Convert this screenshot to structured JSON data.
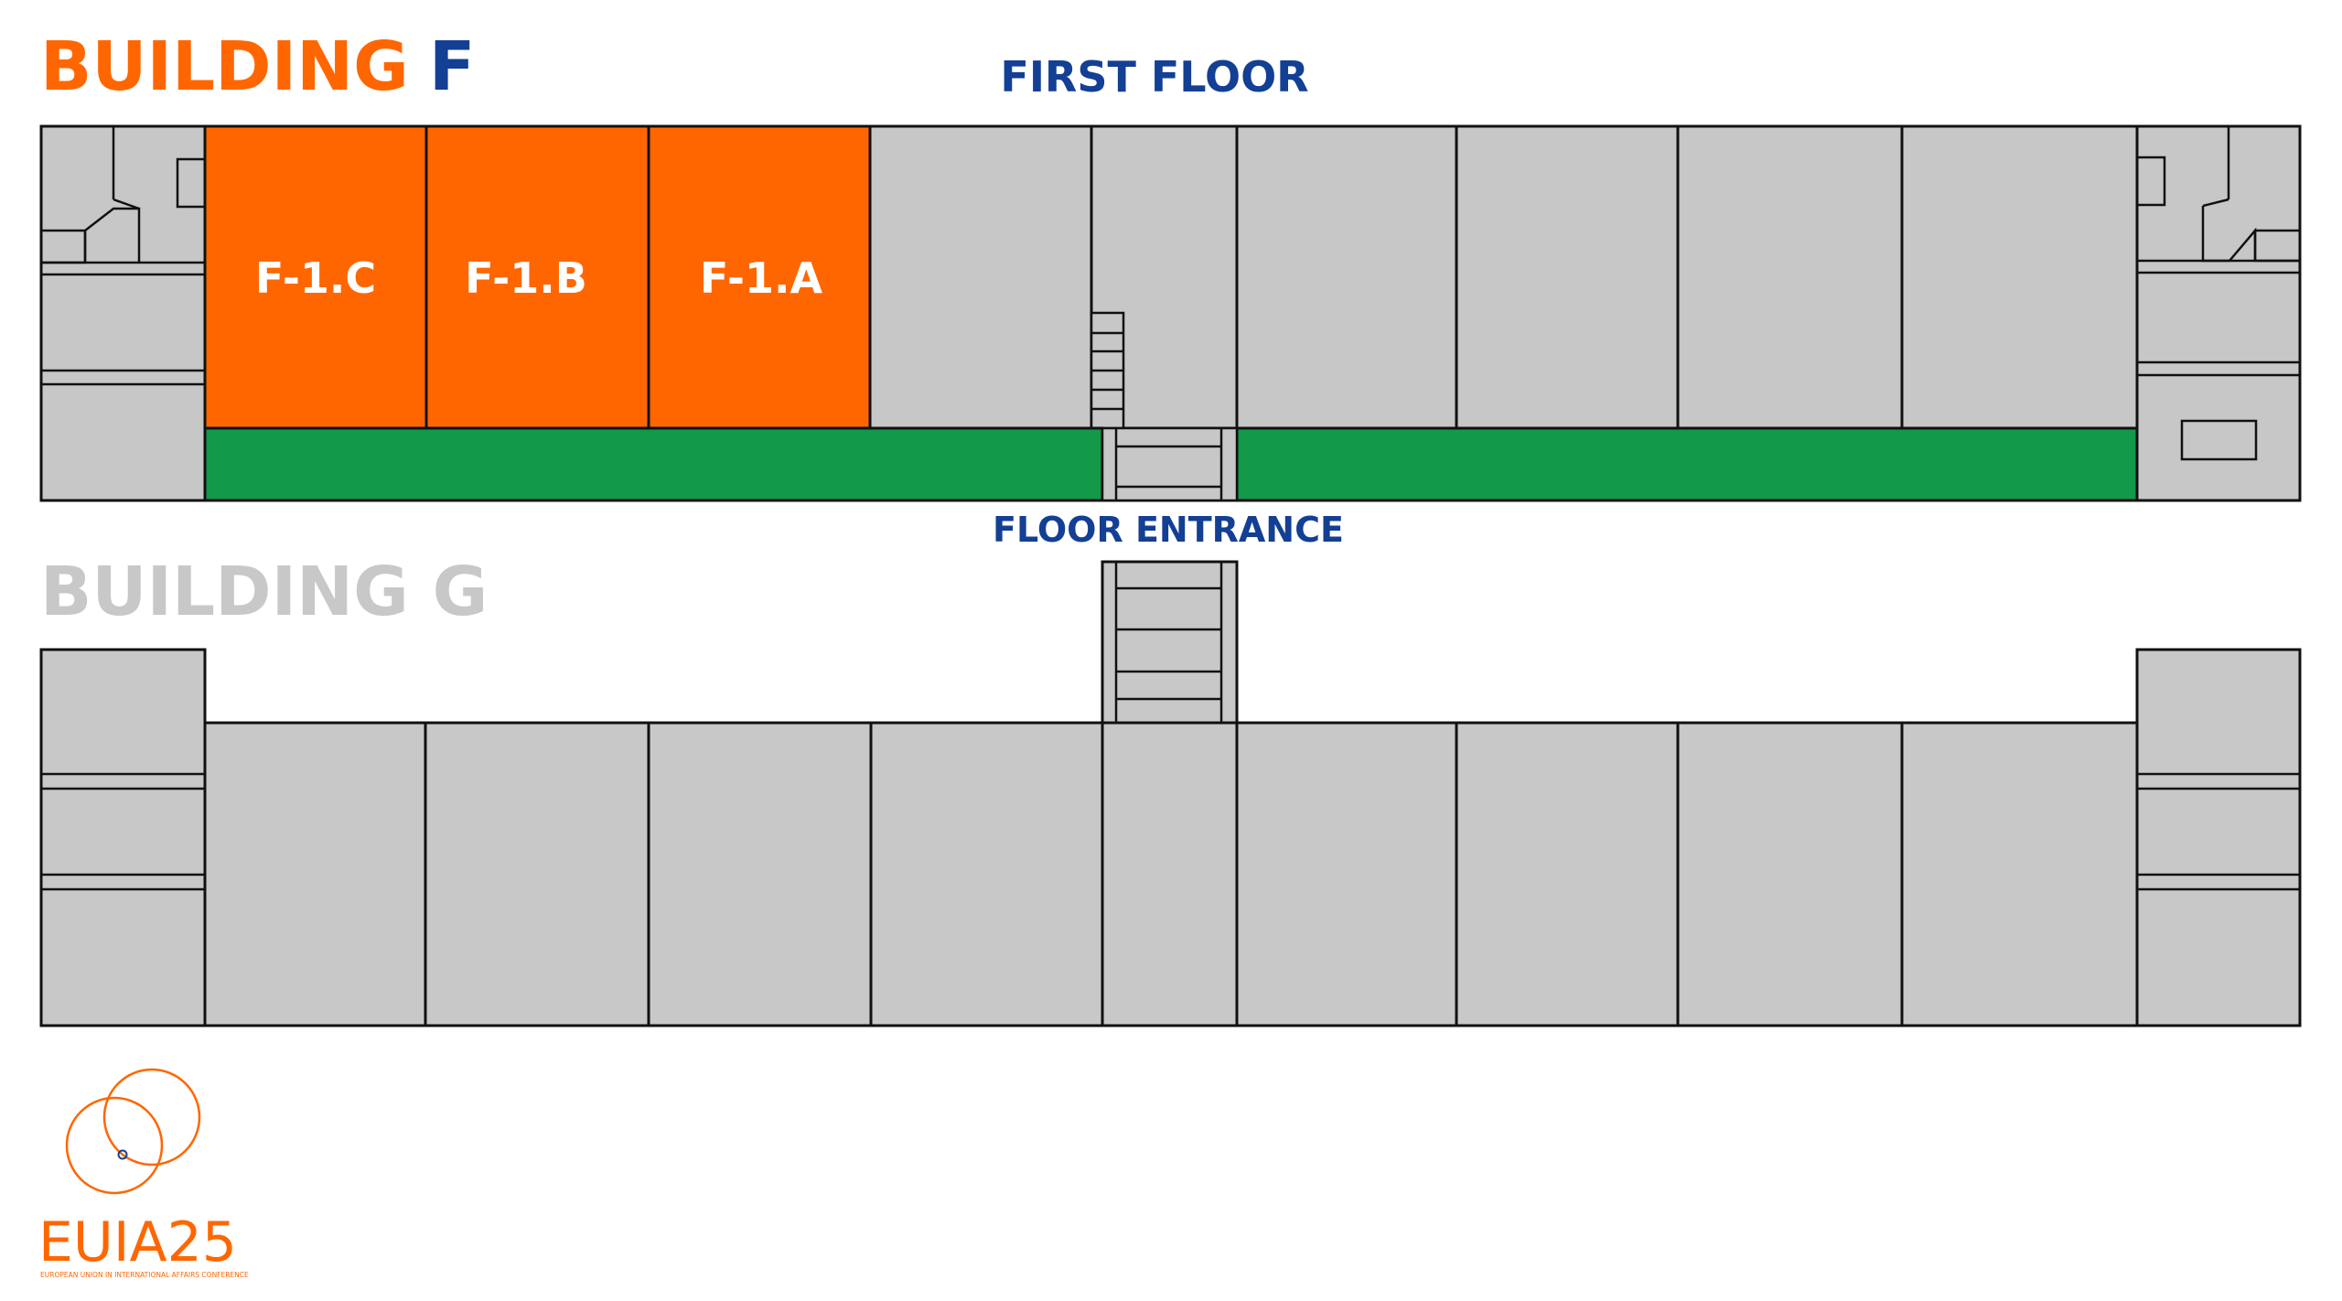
{
  "building_f": {
    "prefix": "BUILDING",
    "letter": "F"
  },
  "floor_label": "FIRST FLOOR",
  "rooms": [
    {
      "id": "F-1.C",
      "label": "F-1.C"
    },
    {
      "id": "F-1.B",
      "label": "F-1.B"
    },
    {
      "id": "F-1.A",
      "label": "F-1.A"
    }
  ],
  "entrance_label": "FLOOR ENTRANCE",
  "building_g": {
    "label": "BUILDING G"
  },
  "logo": {
    "name": "EUIA25",
    "tagline": "EUROPEAN UNION IN INTERNATIONAL AFFAIRS CONFERENCE"
  },
  "colors": {
    "orange": "#ff6600",
    "navy": "#133f94",
    "room_grey": "#c7c7c7",
    "corridor_green": "#12994a",
    "building_g_grey": "#c8c8c8",
    "wall": "#111111"
  },
  "icons": {
    "logo": "euia-circles-icon"
  }
}
